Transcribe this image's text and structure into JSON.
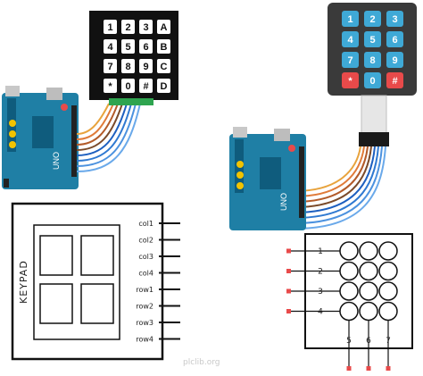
{
  "left_keypad": {
    "keys": [
      "1",
      "2",
      "3",
      "A",
      "4",
      "5",
      "6",
      "B",
      "7",
      "8",
      "9",
      "C",
      "*",
      "0",
      "#",
      "D"
    ]
  },
  "right_keypad": {
    "keys": [
      "1",
      "2",
      "3",
      "4",
      "5",
      "6",
      "7",
      "8",
      "9",
      "*",
      "0",
      "#"
    ],
    "colors": {
      "blue": "#3fa9d6",
      "red": "#e84a4a",
      "body": "#3a3a3a"
    }
  },
  "arduino": {
    "board_color": "#1f7fa5",
    "silk_text_uno": "UNO"
  },
  "wire_colors": [
    "#e8a33d",
    "#e07b39",
    "#b35b2a",
    "#7a4a2a",
    "#1d5fbf",
    "#2f79d1",
    "#4c92df",
    "#6aa9ea"
  ],
  "schematic_left": {
    "title": "KEYPAD",
    "pins": [
      "col1",
      "col2",
      "col3",
      "col4",
      "row1",
      "row2",
      "row3",
      "row4"
    ]
  },
  "schematic_right": {
    "row_numbers": [
      "1",
      "2",
      "3",
      "4"
    ],
    "col_numbers": [
      "5",
      "6",
      "7"
    ]
  },
  "watermark": "plclib.org"
}
